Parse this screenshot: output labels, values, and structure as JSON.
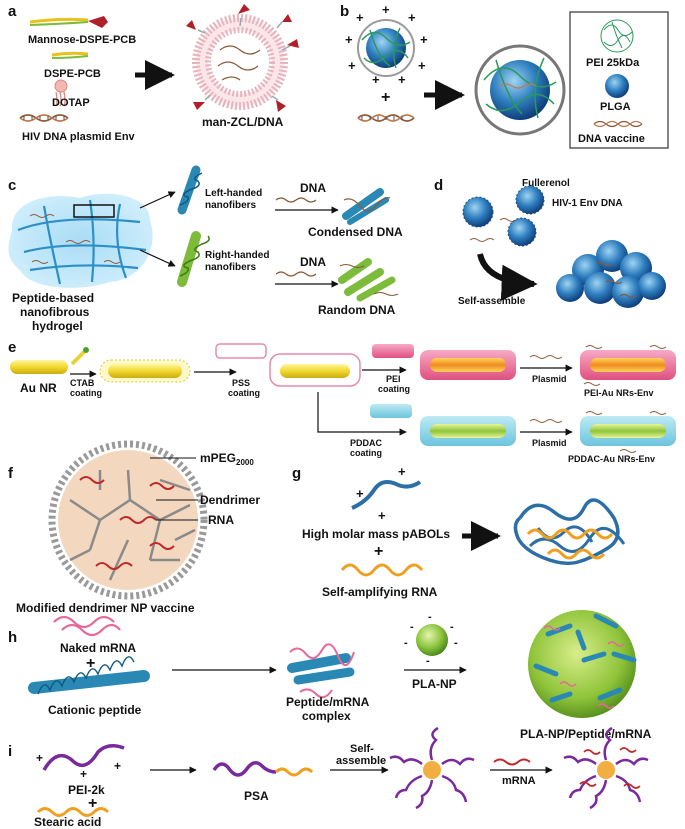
{
  "panels": {
    "a": {
      "letter": "a",
      "mannose": "Mannose-DSPE-PCB",
      "dspe": "DSPE-PCB",
      "dotap": "DOTAP",
      "plasmid": "HIV DNA plasmid Env",
      "product": "man-ZCL/DNA"
    },
    "b": {
      "letter": "b",
      "plus": "+",
      "legend": {
        "pei": "PEI 25kDa",
        "plga": "PLGA",
        "dna": "DNA vaccine"
      }
    },
    "c": {
      "letter": "c",
      "hydrogel_1": "Peptide-based",
      "hydrogel_2": "nanofibrous",
      "hydrogel_3": "hydrogel",
      "left_1": "Left-handed",
      "left_2": "nanofibers",
      "right_1": "Right-handed",
      "right_2": "nanofibers",
      "dna_top": "DNA",
      "dna_bottom": "DNA",
      "condensed": "Condensed DNA",
      "random": "Random DNA"
    },
    "d": {
      "letter": "d",
      "fullerenol": "Fullerenol",
      "env": "HIV-1 Env DNA",
      "self": "Self-assemble"
    },
    "e": {
      "letter": "e",
      "aunr": "Au NR",
      "ctab_1": "CTAB",
      "ctab_2": "coating",
      "pss_1": "PSS",
      "pss_2": "coating",
      "pei_1": "PEI",
      "pei_2": "coating",
      "pddac_1": "PDDAC",
      "pddac_2": "coating",
      "plasmid_top": "Plasmid",
      "plasmid_bottom": "Plasmid",
      "pei_product": "PEI-Au NRs-Env",
      "pddac_product": "PDDAC-Au NRs-Env"
    },
    "f": {
      "letter": "f",
      "mpeg": "mPEG",
      "mpeg_sub": "2000",
      "dendrimer": "Dendrimer",
      "rna": "RNA",
      "caption": "Modified dendrimer NP vaccine"
    },
    "g": {
      "letter": "g",
      "pabol": "High molar mass pABOLs",
      "plus": "+",
      "sarna": "Self-amplifying RNA"
    },
    "h": {
      "letter": "h",
      "mrna": "Naked mRNA",
      "plus": "+",
      "peptide": "Cationic peptide",
      "complex_1": "Peptide/mRNA",
      "complex_2": "complex",
      "plnp": "PLA-NP",
      "product": "PLA-NP/Peptide/mRNA"
    },
    "i": {
      "letter": "i",
      "pei": "PEI-2k",
      "plus": "+",
      "stearic": "Stearic acid",
      "psa": "PSA",
      "self_1": "Self-",
      "self_2": "assemble",
      "mrna": "mRNA"
    }
  },
  "colors": {
    "black": "#111111",
    "blue": "#2a7fb0",
    "teal": "#3aa0c8",
    "green": "#7dbb3a",
    "pink": "#e8689a",
    "orange": "#f0a020",
    "purple": "#7a2a9a",
    "red": "#c0282c",
    "gold": "#e8d23a"
  }
}
